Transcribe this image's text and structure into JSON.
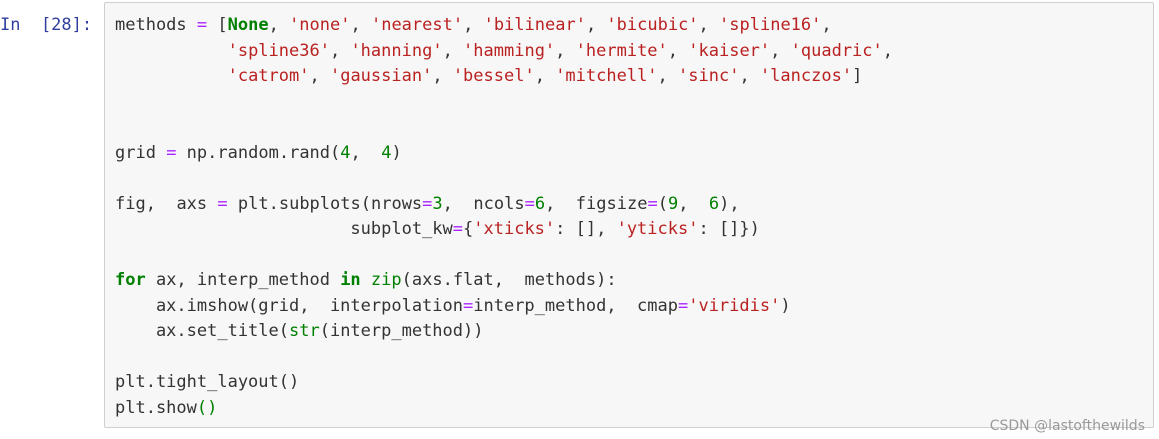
{
  "prompt": {
    "label": "In  [28]:"
  },
  "code_tokens": {
    "l1": [
      "methods",
      " = ",
      "[",
      "None",
      ", ",
      "'none'",
      ", ",
      "'nearest'",
      ", ",
      "'bilinear'",
      ", ",
      "'bicubic'",
      ", ",
      "'spline16'",
      ","
    ],
    "l2": [
      "           ",
      "'spline36'",
      ", ",
      "'hanning'",
      ", ",
      "'hamming'",
      ", ",
      "'hermite'",
      ", ",
      "'kaiser'",
      ", ",
      "'quadric'",
      ","
    ],
    "l3": [
      "           ",
      "'catrom'",
      ", ",
      "'gaussian'",
      ", ",
      "'bessel'",
      ", ",
      "'mitchell'",
      ", ",
      "'sinc'",
      ", ",
      "'lanczos'",
      "]"
    ],
    "l6": [
      "grid",
      " = ",
      "np",
      ".",
      "random",
      ".",
      "rand",
      "(",
      "4",
      ",  ",
      "4",
      ")"
    ],
    "l8": [
      "fig",
      ",  ",
      "axs",
      " = ",
      "plt",
      ".",
      "subplots",
      "(",
      "nrows",
      "=",
      "3",
      ",  ",
      "ncols",
      "=",
      "6",
      ",  ",
      "figsize",
      "=",
      "(",
      "9",
      ",  ",
      "6",
      "),"
    ],
    "l9": [
      "                       ",
      "subplot_kw",
      "=",
      "{",
      "'xticks'",
      ": [], ",
      "'yticks'",
      ": []})"
    ],
    "l11": [
      "for",
      " ax, interp_method ",
      "in",
      " ",
      "zip",
      "(axs.flat,  methods):"
    ],
    "l12": [
      "    ax.imshow(grid,  ",
      "interpolation",
      "=",
      "interp_method,  ",
      "cmap",
      "=",
      "'viridis'",
      ")"
    ],
    "l13": [
      "    ax.set_title(",
      "str",
      "(interp_method))"
    ],
    "l15": [
      "plt.tight_layout()"
    ],
    "l16": [
      "plt.show",
      "()"
    ]
  },
  "watermark": {
    "text": "CSDN @lastofthewilds"
  }
}
